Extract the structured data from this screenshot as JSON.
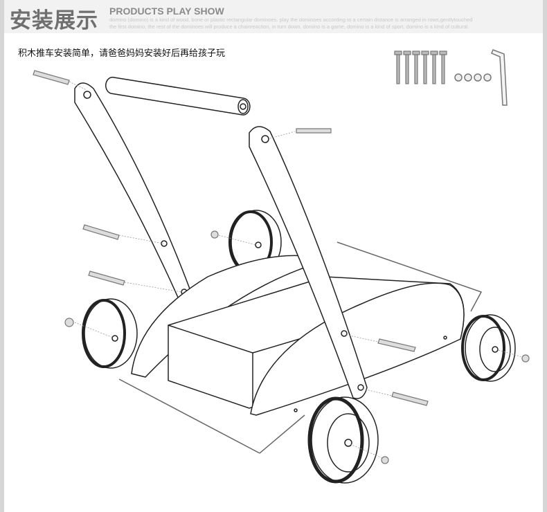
{
  "header": {
    "title_cn": "安装展示",
    "title_en": "PRODUCTS PLAY SHOW",
    "desc_line1": "domino (domino) is a kind of wood, bone or plastic rectangular dominoes. play the dominoes according to a certain distance is arranged in rows,gentlytouched",
    "desc_line2": "the first domino, the rest of the dominoes will produce a chainreaction, in turn down. domino is a game, domino is a kind of sport, domino is a kind of cultural."
  },
  "instruction": "积木推车安装简单，请爸爸妈妈安装好后再给孩子玩",
  "parts": [
    "screws",
    "nuts",
    "hex-key"
  ]
}
